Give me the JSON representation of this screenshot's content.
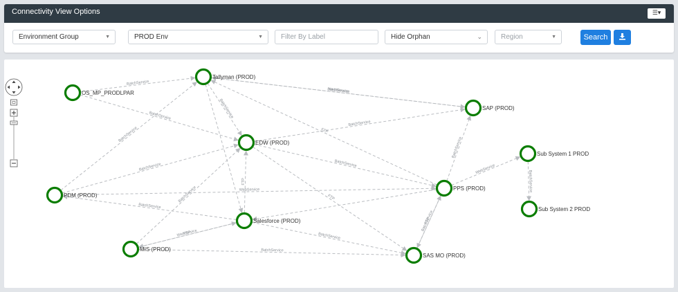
{
  "header": {
    "title": "Connectivity View Options",
    "menu_icon": "hamburger-menu-icon"
  },
  "filters": {
    "group_select": "Environment Group",
    "env_select": "PROD Env",
    "label_filter_placeholder": "Filter By Label",
    "orphan_select": "Hide Orphan",
    "region_select": "Region",
    "search_label": "Search",
    "download_icon": "download-icon"
  },
  "colors": {
    "node_ring": "#0a7d00",
    "edge": "#b9bcc0",
    "primary": "#1f7fe0",
    "titlebar": "#2f3b44"
  },
  "graph": {
    "nodes": [
      {
        "id": "tallyman",
        "label": "Tallyman (PROD)"
      },
      {
        "id": "os_mp",
        "label": "OS_MP_PRODLPAR"
      },
      {
        "id": "sap",
        "label": "SAP (PROD)"
      },
      {
        "id": "edw",
        "label": "EDW (PROD)"
      },
      {
        "id": "sub1",
        "label": "Sub System 1 PROD"
      },
      {
        "id": "pdm",
        "label": "PDM (PROD)"
      },
      {
        "id": "pps",
        "label": "PPS (PROD)"
      },
      {
        "id": "sub2",
        "label": "Sub System 2 PROD"
      },
      {
        "id": "salesforce",
        "label": "Salesforce (PROD)"
      },
      {
        "id": "mis",
        "label": "MIS (PROD)"
      },
      {
        "id": "sasmo",
        "label": "SAS MO (PROD)"
      }
    ],
    "edges": [
      {
        "from": "os_mp",
        "to": "tallyman",
        "label": "BatchService"
      },
      {
        "from": "os_mp",
        "to": "edw",
        "label": "BatchService"
      },
      {
        "from": "tallyman",
        "to": "sap",
        "label": "BatchService"
      },
      {
        "from": "sap",
        "to": "tallyman",
        "label": "WebService"
      },
      {
        "from": "tallyman",
        "to": "edw",
        "label": "BatchService"
      },
      {
        "from": "tallyman",
        "to": "salesforce",
        "label": ""
      },
      {
        "from": "pdm",
        "to": "tallyman",
        "label": "BatchService"
      },
      {
        "from": "pdm",
        "to": "edw",
        "label": "BatchService"
      },
      {
        "from": "edw",
        "to": "sap",
        "label": "BatchService"
      },
      {
        "from": "pps",
        "to": "tallyman",
        "label": "FTP"
      },
      {
        "from": "pps",
        "to": "sap",
        "label": "BatchService"
      },
      {
        "from": "edw",
        "to": "pps",
        "label": "BatchService"
      },
      {
        "from": "pdm",
        "to": "pps",
        "label": "WebService"
      },
      {
        "from": "salesforce",
        "to": "edw",
        "label": "FTP"
      },
      {
        "from": "mis",
        "to": "edw",
        "label": "BatchService"
      },
      {
        "from": "pps",
        "to": "salesforce",
        "label": ""
      },
      {
        "from": "salesforce",
        "to": "pdm",
        "label": "BatchService"
      },
      {
        "from": "pps",
        "to": "sub1",
        "label": "WebService"
      },
      {
        "from": "sub1",
        "to": "sub2",
        "label": "BatchService"
      },
      {
        "from": "pps",
        "to": "sasmo",
        "label": "BatchService"
      },
      {
        "from": "edw",
        "to": "sasmo",
        "label": "FTP"
      },
      {
        "from": "mis",
        "to": "salesforce",
        "label": "WebService"
      },
      {
        "from": "salesforce",
        "to": "mis",
        "label": "FTP"
      },
      {
        "from": "salesforce",
        "to": "sasmo",
        "label": "BatchService"
      },
      {
        "from": "mis",
        "to": "sasmo",
        "label": "BatchService"
      },
      {
        "from": "sasmo",
        "to": "pps",
        "label": "FTP"
      }
    ]
  },
  "zoom_controls": {
    "pan_icon": "pan-arrows-icon",
    "fit_icon": "fit-screen-icon",
    "zoom_in_icon": "plus-icon",
    "zoom_out_icon": "minus-icon"
  }
}
